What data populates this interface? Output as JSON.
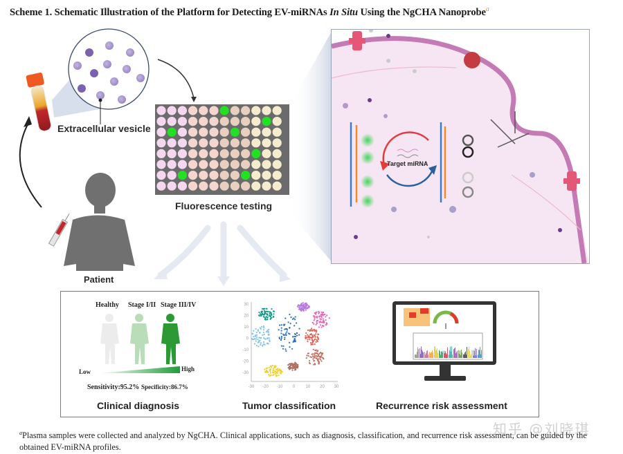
{
  "title": {
    "prefix": "Scheme 1. Schematic Illustration of the Platform for Detecting EV-miRNAs ",
    "italic": "In Situ",
    "suffix": " Using the NgCHA Nanoprobe",
    "footnote_marker": "a"
  },
  "labels": {
    "extracellular_vesicle": "Extracellular vesicle",
    "fluorescence_testing": "Fluorescence testing",
    "patient": "Patient",
    "target_mirna": "Target miRNA"
  },
  "plate": {
    "rows": 8,
    "cols": 12,
    "positive_wells": [
      [
        0,
        6
      ],
      [
        1,
        10
      ],
      [
        2,
        1
      ],
      [
        2,
        7
      ],
      [
        4,
        9
      ],
      [
        6,
        2
      ],
      [
        6,
        8
      ]
    ],
    "colors": {
      "pink": "#f5d7ef",
      "peach": "#f5d6cf",
      "tan": "#e8cfc0",
      "cream": "#f4eccd",
      "positive": "#22e022",
      "frame": "#6b6b6b"
    }
  },
  "applications": {
    "clinical_diagnosis": {
      "label": "Clinical diagnosis",
      "stages": [
        "Healthy",
        "Stage I/II",
        "Stage III/IV"
      ],
      "scale_low": "Low",
      "scale_high": "High",
      "sensitivity": "Sensitivity:95.2%",
      "specificity": "Specificity:86.7%"
    },
    "tumor_classification": {
      "label": "Tumor classification",
      "y_ticks": [
        "30",
        "20",
        "10",
        "0",
        "-10",
        "-20",
        "-30"
      ],
      "x_ticks": [
        "-30",
        "-20",
        "-10",
        "0",
        "10",
        "20",
        "30"
      ]
    },
    "recurrence": {
      "label": "Recurrence risk assessment"
    }
  },
  "footnote": {
    "marker": "a",
    "text": "Plasma samples were collected and analyzed by NgCHA. Clinical applications, such as diagnosis, classification, and recurrence risk assessment, can be guided by the obtained EV-miRNA profiles."
  },
  "watermark": "知乎 @刘晓琪"
}
